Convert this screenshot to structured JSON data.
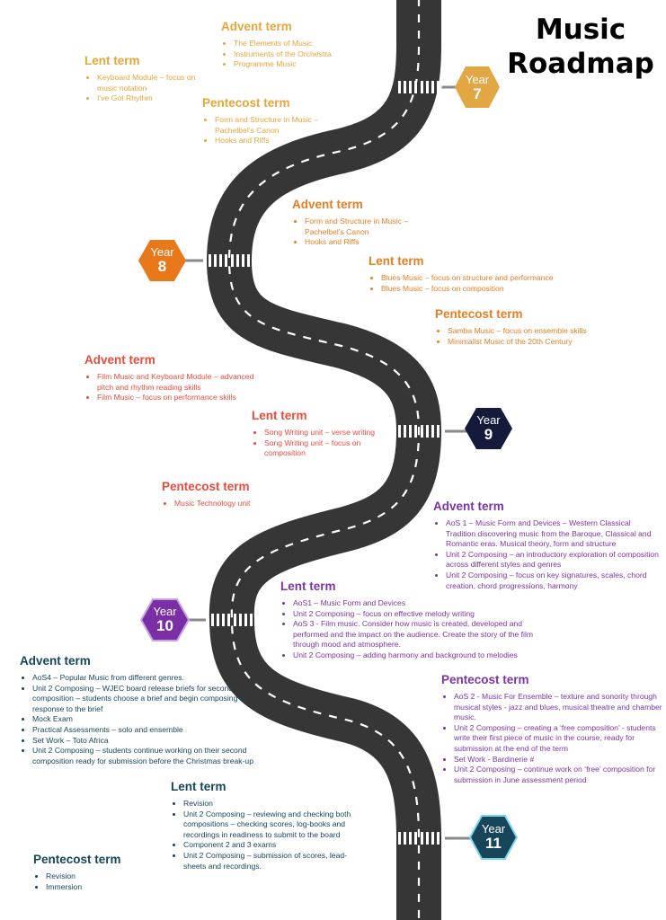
{
  "title": {
    "line1": "Music",
    "line2": "Roadmap"
  },
  "years": [
    {
      "word": "Year",
      "num": "7",
      "color": "#e2a642"
    },
    {
      "word": "Year",
      "num": "8",
      "color": "#e9781a"
    },
    {
      "word": "Year",
      "num": "9",
      "color": "#131a3a"
    },
    {
      "word": "Year",
      "num": "10",
      "color": "#7a2fa6"
    },
    {
      "word": "Year",
      "num": "11",
      "color": "#17465a"
    }
  ],
  "colors": {
    "road": "#363636",
    "road_edge": "#ffffff",
    "connector": "#8a8a8a",
    "year7_text": "#e8a53a",
    "year8_text": "#e67e22",
    "year9_text": "#e74c3c",
    "year10_text": "#7b35a8",
    "year11_text": "#17465a",
    "year11_glow": "#7ad6e8"
  },
  "blocks": {
    "y7_advent": {
      "title": "Advent term",
      "items": [
        "The Elements of Music",
        "Instruments of the Orchestra",
        "Programme Music"
      ]
    },
    "y7_lent": {
      "title": "Lent term",
      "items": [
        "Keyboard Module – focus on music notation",
        "I’ve Got Rhythm"
      ]
    },
    "y7_pentecost": {
      "title": "Pentecost term",
      "items": [
        "Form and Structure in Music – Pachelbel’s Canon",
        "Hooks and Riffs"
      ]
    },
    "y8_advent": {
      "title": "Advent term",
      "items": [
        "Form and Structure in Music – Pachelbel’s Canon",
        "Hooks and Riffs"
      ]
    },
    "y8_lent": {
      "title": "Lent term",
      "items": [
        "Blues Music – focus on structure and performance",
        "Blues Music – focus on composition"
      ]
    },
    "y8_pentecost": {
      "title": "Pentecost term",
      "items": [
        "Samba Music – focus on ensemble skills",
        "Minimalist Music of the 20th Century"
      ]
    },
    "y9_advent": {
      "title": "Advent term",
      "items": [
        "Film Music and Keyboard Module – advanced pitch and rhythm reading skills",
        "Film Music – focus on performance skills"
      ]
    },
    "y9_lent": {
      "title": "Lent term",
      "items": [
        "Song Writing unit – verse writing",
        "Song Writing unit – focus on composition"
      ]
    },
    "y9_pentecost": {
      "title": "Pentecost term",
      "items": [
        "Music Technology unit"
      ]
    },
    "y10_advent": {
      "title": "Advent term",
      "items": [
        "AoS 1 – Music Form and Devices – Western Classical Tradition discovering music from the Baroque, Classical and Romantic eras. Musical theory, form and structure",
        "Unit 2 Composing – an introductory exploration of composition across different styles and genres",
        "Unit 2 Composing – focus on key signatures, scales, chord creation, chord progressions, harmony"
      ]
    },
    "y10_lent": {
      "title": "Lent term",
      "items": [
        "AoS1 – Music Form and Devices",
        "Unit 2 Composing – focus on effective melody writing",
        "AoS 3 - Film music. Consider how music is created, developed and performed and the impact on the audience. Create the story of the film through mood and atmosphere.",
        "Unit 2 Composing – adding harmony and background to melodies"
      ]
    },
    "y10_pentecost": {
      "title": "Pentecost term",
      "items": [
        "AoS 2 - Music For Ensemble – texture and sonority through musical styles - jazz and blues, musical theatre and chamber music.",
        "Unit 2 Composing – creating a ‘free composition’ - students write their first piece of music in the course, ready for submission at the end of the term",
        "Set Work - Bardinerie #",
        "Unit 2 Composing – continue work on ‘free’ composition for submission in June assessment period"
      ]
    },
    "y11_advent": {
      "title": "Advent term",
      "items": [
        "AoS4 – Popular Music from different genres.",
        "Unit 2 Composing – WJEC board release briefs for second composition – students choose a brief and begin composing in response to the brief",
        "Mock Exam",
        "Practical Assessments – solo and ensemble",
        "Set Work – Toto Africa",
        "Unit 2 Composing – students continue working on their second composition ready for submission before the Christmas break-up"
      ]
    },
    "y11_lent": {
      "title": "Lent term",
      "items": [
        "Revision",
        "Unit 2 Composing – reviewing and checking both compositions – checking scores, log-books and recordings in readiness to submit to the board",
        "Component 2 and 3 exams",
        "Unit 2 Composing – submission of scores, lead-sheets and recordings."
      ]
    },
    "y11_pentecost": {
      "title": "Pentecost term",
      "items": [
        "Revision",
        "Immersion"
      ]
    }
  }
}
